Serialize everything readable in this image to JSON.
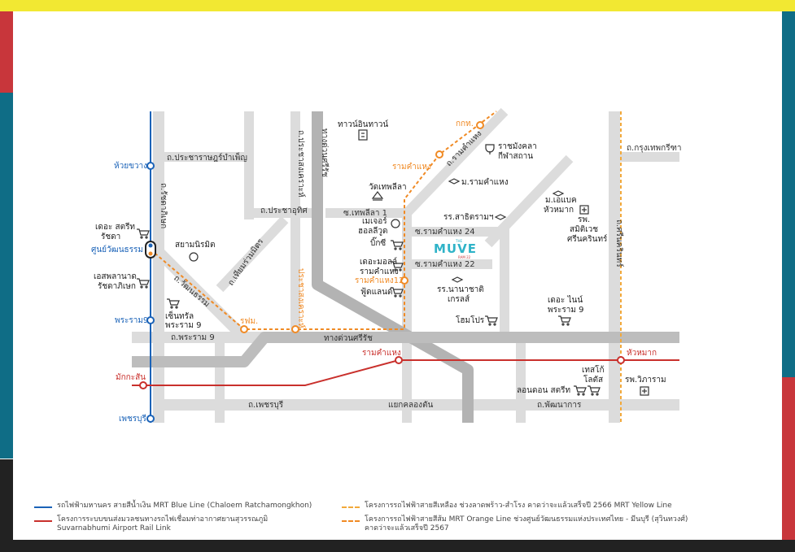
{
  "colors": {
    "yellow": "#f2e832",
    "red": "#c8363b",
    "teal": "#0f6d86",
    "dark": "#222222",
    "road": "#d8d8d8",
    "road_dark": "#b3b3b3",
    "blue_line": "#1b63b8",
    "red_line": "#c9302c",
    "orange": "#f08a24",
    "yellow_line": "#f2a93b",
    "brand": "#2fb3c8"
  },
  "roads": {
    "pracharat": "ถ.ประชาราษฎร์บำเพ็ญ",
    "thepleela1": "ซ.เทพลีลา 1",
    "pracha_uthit": "ถ.ประชาอุทิศ",
    "pracha_songkroh": "ถ.ประชาสงเคราะห์",
    "ratchadaphisek": "ถ.รัชดาภิเษก",
    "thiam_ruam_mit": "ถ.เทียมร่วมมิตร",
    "wattanatham": "ถ.วัฒนธรรม",
    "rama9": "ถ.พระราม 9",
    "expressway": "ทางด่วนศรีรัช",
    "expressway_v": "ทางด่วนศรีรัช",
    "ramkhamhaeng_road": "ถ.รามคำแหง",
    "ram24": "ซ.รามคำแหง 24",
    "ram22": "ซ.รามคำแหง 22",
    "phetchaburi": "ถ.เพชรบุรี",
    "klongton": "แยกคลองตัน",
    "phatthanakan": "ถ.พัฒนาการ",
    "krungthep_kreetha": "ถ.กรุงเทพกรีฑา",
    "srinakarin": "ถ.ศรีนครินทร์"
  },
  "stations": {
    "huai_khwang": "ห้วยขวาง",
    "thailand_cultural": "ศูนย์วัฒนธรรม",
    "rama9": "พระราม9",
    "makkasan": "มักกะสัน",
    "phetchaburi": "เพชรบุรี",
    "kkt": "กกท.",
    "ramkhamhaeng_o": "รามคำแหง",
    "ramkhamhaeng12": "รามคำแหง12",
    "rfm": "รฟม.",
    "pracha_songkroh": "ประชาสงเคราะห์",
    "ramkhamhaeng_arl": "รามคำแหง",
    "hua_mak": "หัวหมาก"
  },
  "places": {
    "town_in_town": "ทาวน์อินทาวน์",
    "wat_thepleela": "วัดเทพลีลา",
    "major_hollywood_1": "เมเจอร์",
    "major_hollywood_2": "ฮอลลีวูด",
    "big_c": "บิ๊กซี",
    "the_mall_1": "เดอะมอลล์",
    "the_mall_2": "รามคำแหง",
    "food_land": "ฟู้ดแลนด์",
    "rajamangala_1": "ราชมังคลา",
    "rajamangala_2": "กีฬาสถาน",
    "ru": "ม.รามคำแหง",
    "satit": "รร.สาธิตรามฯ",
    "abac_1": "ม.เอแบค",
    "abac_2": "หัวหมาก",
    "samitivej_1": "รพ.",
    "samitivej_2": "สมิติเวช",
    "samitivej_3": "ศรีนครินทร์",
    "nanachat_1": "รร.นานาชาติ",
    "nanachat_2": "เกรลส์",
    "homepro": "โฮมโปร",
    "the_nine_1": "เดอะ ไนน์",
    "the_nine_2": "พระราม 9",
    "tesco_1": "เทสโก้",
    "tesco_2": "โลตัส",
    "london_street": "ลอนดอน สตรีท",
    "wiharam": "รพ.วิภาราม",
    "siam_niramit": "สยามนิรมิต",
    "the_street_1": "เดอะ สตรีท",
    "the_street_2": "รัชดา",
    "esplanade_1": "เอสพลานาด",
    "esplanade_2": "รัชดาภิเษก",
    "central_1": "เซ็นทรัล",
    "central_2": "พระราม 9"
  },
  "brand": {
    "the": "THE",
    "name": "MUVE",
    "sub": "RAM 22"
  },
  "legend": {
    "blue": "รถไฟฟ้ามหานคร สายสีน้ำเงิน MRT Blue Line (Chaloem Ratchamongkhon)",
    "red_1": "โครงการระบบขนส่งมวลชนทางรถไฟเชื่อมท่าอากาศยานสุวรรณภูมิ",
    "red_2": "Suvarnabhumi Airport Rail Link",
    "yellow": "โครงการรถไฟฟ้าสายสีเหลือง ช่วงลาดพร้าว-สำโรง คาดว่าจะแล้วเสร็จปี 2566 MRT Yellow Line",
    "orange_1": "โครงการรถไฟฟ้าสายสีส้ม MRT Orange Line ช่วงศูนย์วัฒนธรรมแห่งประเทศไทย - มีนบุรี (สุวินทวงศ์)",
    "orange_2": "คาดว่าจะแล้วเสร็จปี 2567"
  }
}
